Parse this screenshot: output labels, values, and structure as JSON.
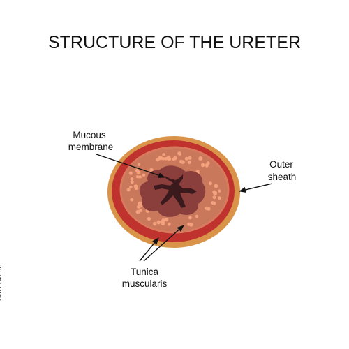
{
  "title": "STRUCTURE OF THE URETER",
  "labels": {
    "mucous_line1": "Mucous",
    "mucous_line2": "membrane",
    "outer_line1": "Outer",
    "outer_line2": "sheath",
    "tunica_line1": "Tunica",
    "tunica_line2": "muscularis"
  },
  "side_code": "140174288",
  "colors": {
    "outer_sheath": "#d9944a",
    "muscle_ring": "#c0322e",
    "muscle_inner": "#d77a5e",
    "submucosa": "#c9785c",
    "dots": "#f3a07d",
    "mucosa": "#8a3f3c",
    "lumen": "#3a1a1c"
  }
}
